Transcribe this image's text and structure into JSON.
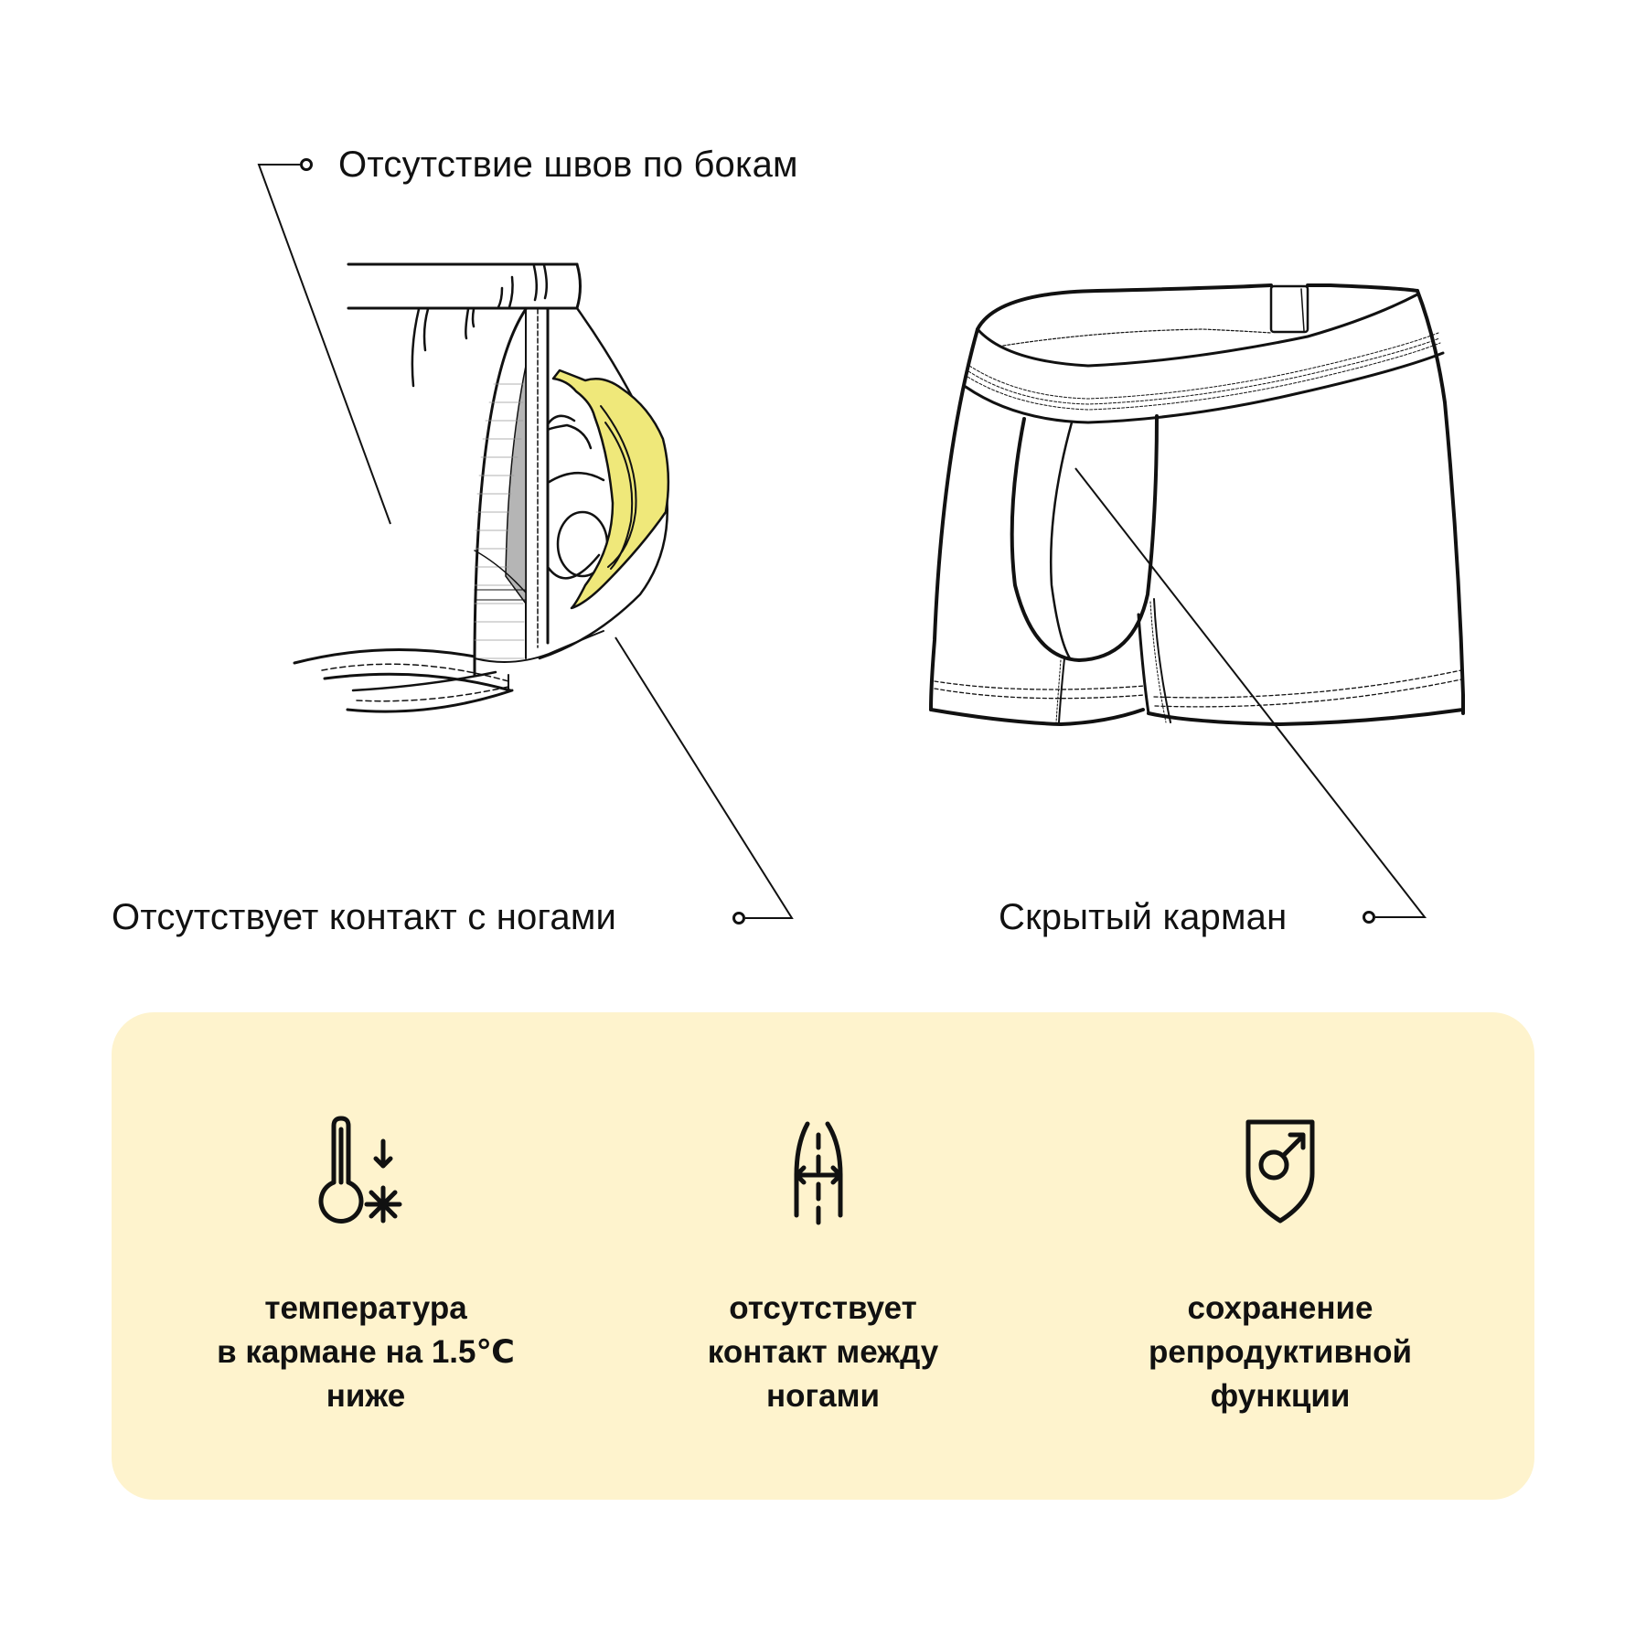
{
  "colors": {
    "background": "#ffffff",
    "panel": "#FEF3CD",
    "banana": "#EFE87A",
    "ink": "#111111",
    "shade": "#b5b5b5"
  },
  "callouts": {
    "side_seams": "Отсутствие швов по бокам",
    "no_leg_contact": "Отсутствует контакт с ногами",
    "hidden_pocket": "Скрытый карман"
  },
  "features": [
    {
      "icon": "thermometer-cold-icon",
      "lines": [
        "температура",
        "в кармане на 1.5℃",
        "ниже"
      ]
    },
    {
      "icon": "legs-gap-icon",
      "lines": [
        "отсутствует",
        "контакт между",
        "ногами"
      ]
    },
    {
      "icon": "shield-male-icon",
      "lines": [
        "сохранение",
        "репродуктивной",
        "функции"
      ]
    }
  ]
}
